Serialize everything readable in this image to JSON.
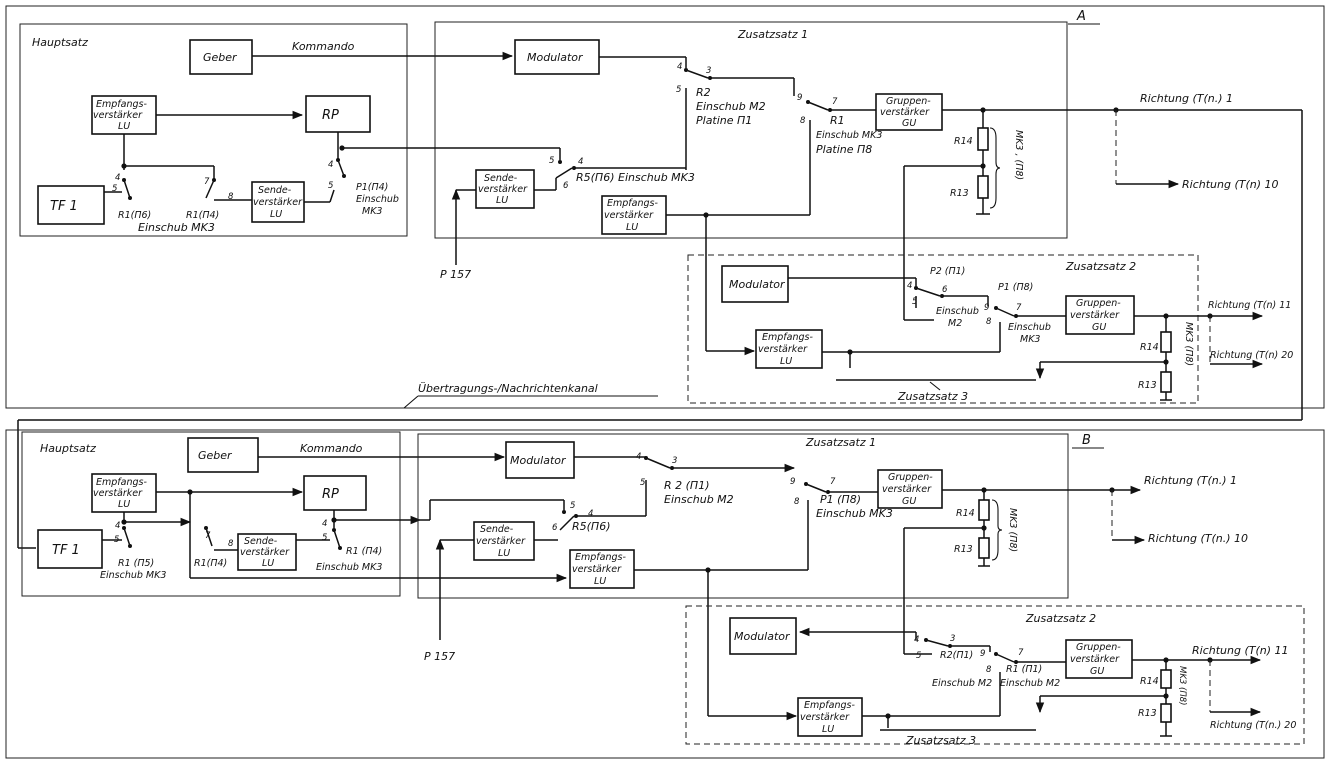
{
  "panel_a": {
    "marker": "A",
    "hauptsatz": "Hauptsatz",
    "geber": "Geber",
    "kommando": "Kommando",
    "empfangs_verstaerker": [
      "Empfangs-",
      "verstärker",
      "LU"
    ],
    "rp": "RP",
    "tf1": "TF 1",
    "sende_verstaerker": [
      "Sende-",
      "verstärker",
      "LU"
    ],
    "r1_p6": "R1(П6)",
    "r1_p4": "R1(П4)",
    "p1_p4": [
      "P1(П4)",
      "Einschub",
      "MK3"
    ],
    "einschub_mk3": "Einschub MK3",
    "zusatzsatz1": "Zusatzsatz 1",
    "modulator": "Modulator",
    "r2_block": [
      "R2",
      "Einschub M2",
      "Platine П1"
    ],
    "r1_block": [
      "R1",
      "Einschub MK3",
      "Platine П8"
    ],
    "gruppenverstaerker": [
      "Gruppen-",
      "verstärker",
      "GU"
    ],
    "sende_verstaerker_2": [
      "Sende-",
      "verstärker",
      "LU"
    ],
    "r5_label": "R5(П6) Einschub MK3",
    "empfangs_verstaerker_2": [
      "Empfangs-",
      "verstärker",
      "LU"
    ],
    "r14": "R14",
    "r13": "R13",
    "mk3_p8": "MK3 , (П8)",
    "richtung_1": "Richtung (T(n.) 1",
    "richtung_10": "Richtung (T(n) 10",
    "p157": "P 157",
    "zusatzsatz2": "Zusatzsatz 2",
    "modulator_2": "Modulator",
    "p2_p1": "P2 (П1)",
    "p1_p8": "P1 (П8)",
    "einschub_m2": [
      "Einschub",
      "M2"
    ],
    "einschub_mk3_2": [
      "Einschub",
      "MK3"
    ],
    "gruppenverstaerker_2": [
      "Gruppen-",
      "verstärker",
      "GU"
    ],
    "empfangs_verstaerker_3": [
      "Empfangs-",
      "verstärker",
      "LU"
    ],
    "richtung_11": "Richtung (T(n) 11",
    "richtung_20": "Richtung (T(n) 20",
    "r14_2": "R14",
    "r13_2": "R13",
    "mk3_p8_2": "MK3 (П8)",
    "zusatzsatz3": "Zusatzsatz 3",
    "kanal": "Übertragungs-/Nachrichtenkanal"
  },
  "panel_b": {
    "marker": "B",
    "hauptsatz": "Hauptsatz",
    "geber": "Geber",
    "kommando": "Kommando",
    "empfangs_verstaerker": [
      "Empfangs-",
      "verstärker",
      "LU"
    ],
    "rp": "RP",
    "tf1": "TF 1",
    "sende_verstaerker": [
      "Sende-",
      "verstärker",
      "LU"
    ],
    "r1_p5": "R1 (П5)",
    "einschub_mk3_left": "Einschub MK3",
    "r1_p4": "R1(П4)",
    "r1_p4_right": "R1 (П4)",
    "einschub_mk3_right": "Einschub MK3",
    "zusatzsatz1": "Zusatzsatz 1",
    "modulator": "Modulator",
    "r2_p1": "R 2 (П1)",
    "einschub_m2": "Einschub M2",
    "p1_p8": "P1 (П8)",
    "einschub_mk3_3": "Einschub MK3",
    "gruppenverstaerker": [
      "Gruppen-",
      "verstärker",
      "GU"
    ],
    "sende_verstaerker_2": [
      "Sende-",
      "verstärker",
      "LU"
    ],
    "r5_p6": "R5(П6)",
    "empfangs_verstaerker_2": [
      "Empfangs-",
      "verstärker",
      "LU"
    ],
    "r14": "R14",
    "r13": "R13",
    "mk3_p8": "MK3 (П8)",
    "richtung_1": "Richtung (T(n.) 1",
    "richtung_10": "Richtung (T(n.) 10",
    "p157": "P 157",
    "zusatzsatz2": "Zusatzsatz 2",
    "modulator_2": "Modulator",
    "r2_p1_2": "R2(П1)",
    "r1_p1": "R1 (П1)",
    "einschub_m2_2": "Einschub M2",
    "einschub_m2_3": "Einschub M2",
    "gruppenverstaerker_2": [
      "Gruppen-",
      "verstärker",
      "GU"
    ],
    "empfangs_verstaerker_3": [
      "Empfangs-",
      "verstärker",
      "LU"
    ],
    "richtung_11": "Richtung (T(n) 11",
    "richtung_20": "Richtung (T(n.) 20",
    "r14_2": "R14",
    "r13_2": "R13",
    "mk3_p8_2": "MK3 (П8)",
    "zusatzsatz3": "Zusatzsatz 3"
  },
  "pins": {
    "n3": "3",
    "n4": "4",
    "n5": "5",
    "n6": "6",
    "n7": "7",
    "n8": "8",
    "n9": "9"
  }
}
